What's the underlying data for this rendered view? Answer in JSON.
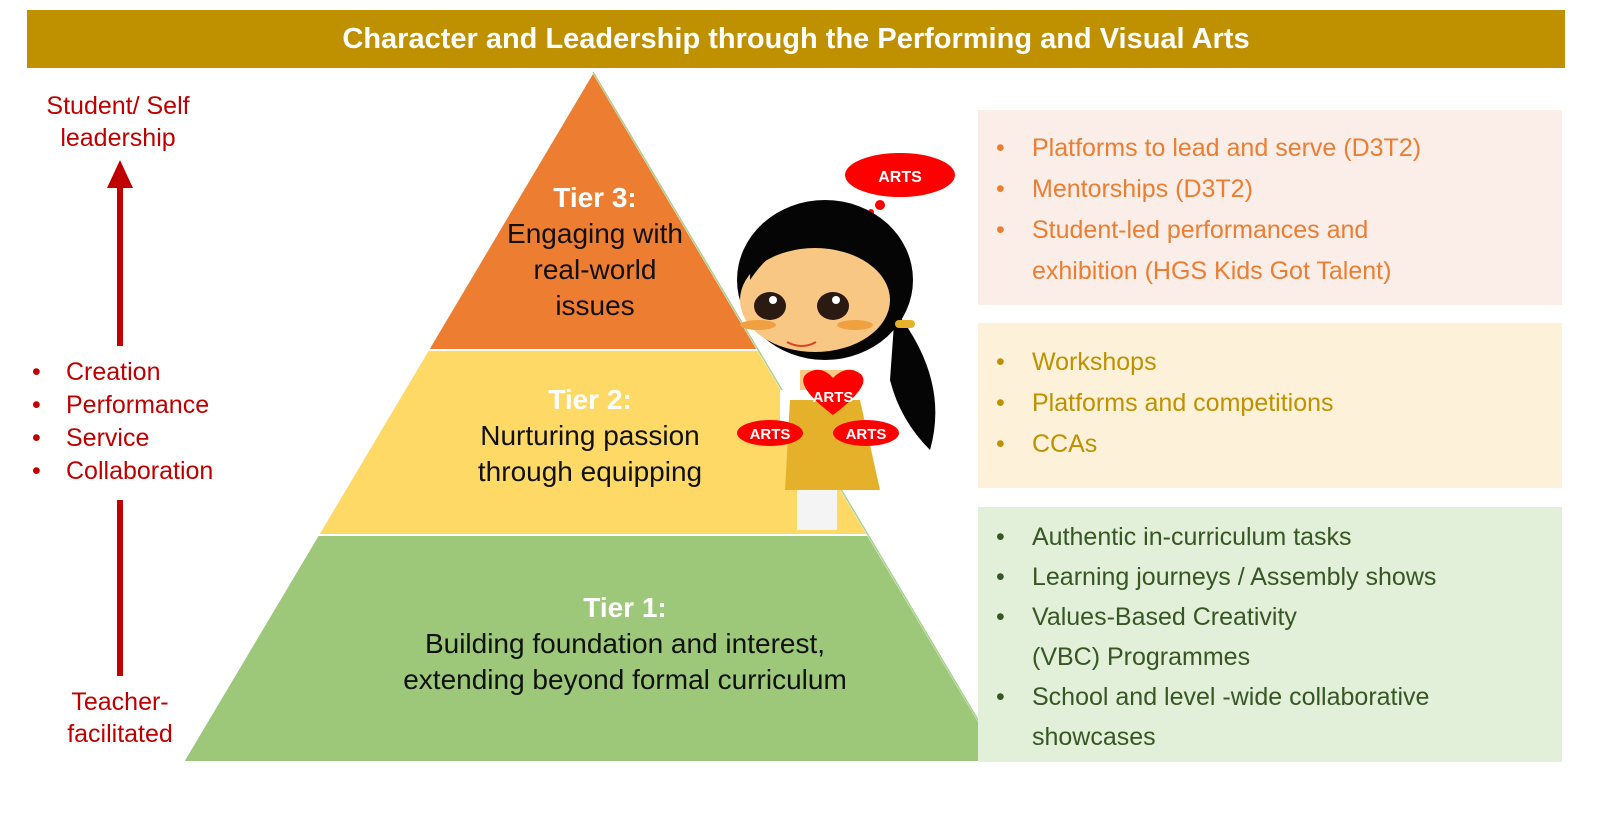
{
  "title": "Character and Leadership through the Performing and Visual Arts",
  "axis": {
    "top_label": "Student/ Self leadership",
    "bottom_label": "Teacher-facilitated",
    "skills": [
      "Creation",
      "Performance",
      "Service",
      "Collaboration"
    ]
  },
  "tiers": [
    {
      "heading": "Tier 3:",
      "text": "Engaging with real-world issues",
      "color": "#ed7d31"
    },
    {
      "heading": "Tier 2:",
      "text": "Nurturing passion through equipping",
      "color": "#ffd966"
    },
    {
      "heading": "Tier 1:",
      "text": "Building foundation and interest, extending beyond formal curriculum",
      "color": "#9dc87a"
    }
  ],
  "mascot": {
    "labels": [
      "ARTS",
      "ARTS",
      "ARTS",
      "ARTS"
    ]
  },
  "boxes": {
    "tier3": {
      "bg": "#fbeee8",
      "color": "#ed7d31",
      "items": [
        "Platforms to lead and serve (D3T2)",
        "Mentorships (D3T2)",
        "Student-led performances and exhibition (HGS Kids Got Talent)"
      ]
    },
    "tier2": {
      "bg": "#fdf2d9",
      "color": "#bf9000",
      "items": [
        "Workshops",
        "Platforms and competitions",
        "CCAs"
      ]
    },
    "tier1": {
      "bg": "#e2efd9",
      "color": "#375623",
      "items": [
        "Authentic in-curriculum tasks",
        "Learning journeys / Assembly shows",
        "Values-Based Creativity (VBC) Programmes",
        "School and level -wide collaborative showcases"
      ]
    }
  }
}
